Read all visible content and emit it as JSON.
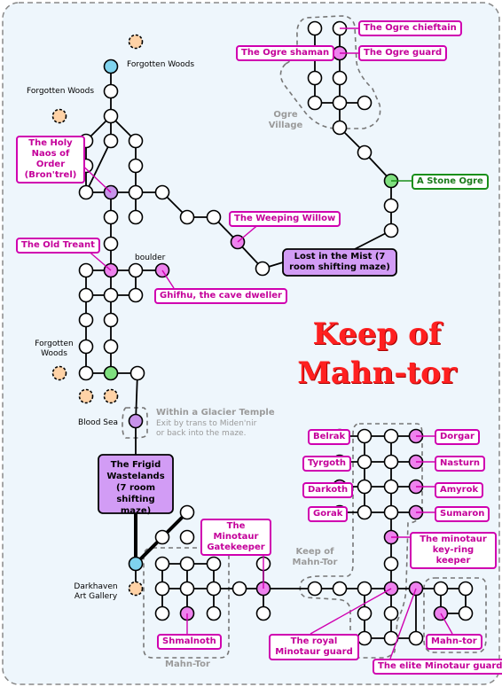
{
  "title": {
    "line1": "Keep of",
    "line2": "Mahn-tor"
  },
  "areas": {
    "forgotten_woods_1": "Forgotten Woods",
    "forgotten_woods_2": "Forgotten Woods",
    "forgotten_woods_3": "Forgotten Woods",
    "ogre_village": "Ogre Village",
    "blood_sea": "Blood Sea",
    "glacier_title": "Within a Glacier Temple",
    "glacier_note": "Exit by trans to Miden'nir or back into the maze.",
    "darkhaven": "Darkhaven Art Gallery",
    "keep_label": "Keep of Mahn-Tor",
    "mahntor_area": "Mahn-Tor",
    "boulder": "boulder"
  },
  "mobs": {
    "ogre_shaman": "The Ogre shaman",
    "ogre_chieftain": "The Ogre chieftain",
    "ogre_guard": "The Ogre guard",
    "stone_ogre": "A Stone Ogre",
    "holy_naos": "The Holy Naos of Order (Bron'trel)",
    "weeping_willow": "The Weeping Willow",
    "old_treant": "The Old Treant",
    "ghifhu": "Ghifhu, the cave dweller",
    "belrak": "Belrak",
    "dorgar": "Dorgar",
    "tyrgoth": "Tyrgoth",
    "nasturn": "Nasturn",
    "darkoth": "Darkoth",
    "amyrok": "Amyrok",
    "gorak": "Gorak",
    "sumaron": "Sumaron",
    "minotaur_gatekeeper": "The Minotaur Gatekeeper",
    "keyring_keeper": "The minotaur key-ring keeper",
    "shmalnoth": "Shmalnoth",
    "royal_guard": "The royal Minotaur guard",
    "elite_guard": "The elite Minotaur guard",
    "mahntor": "Mahn-tor"
  },
  "mazes": {
    "lost_in_mist": "Lost in the Mist (7 room shifting maze)",
    "frigid_wastelands": "The Frigid Wastelands (7 room shifting maze)"
  },
  "colors": {
    "mob": "#ee82ee",
    "exit": "#ffd2a6",
    "start": "#7fd3ee",
    "maze": "#c792ea",
    "ogre": "#7fe07f",
    "title": "#ff2020"
  }
}
